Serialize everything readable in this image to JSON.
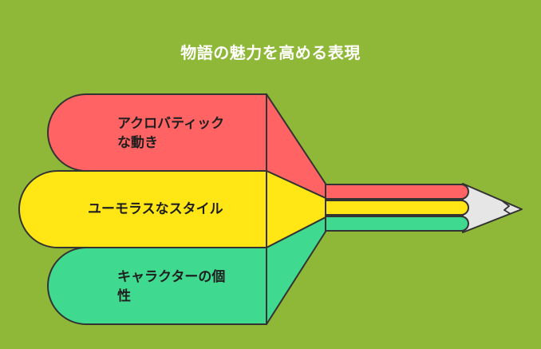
{
  "title": "物語の魅力を高める表現",
  "items": [
    {
      "label_line1": "アクロバティック",
      "label_line2": "な動き",
      "color": "#ff6363"
    },
    {
      "label_line1": "ユーモラスなスタイル",
      "label_line2": "",
      "color": "#ffe614"
    },
    {
      "label_line1": "キャラクターの個",
      "label_line2": "性",
      "color": "#3fd98f"
    }
  ],
  "colors": {
    "background": "#8fb838",
    "outline": "#333333",
    "pencil_tip": "#e6e6e6",
    "title_text": "#ffffff"
  },
  "icons": [
    "pencil-tip-icon"
  ]
}
